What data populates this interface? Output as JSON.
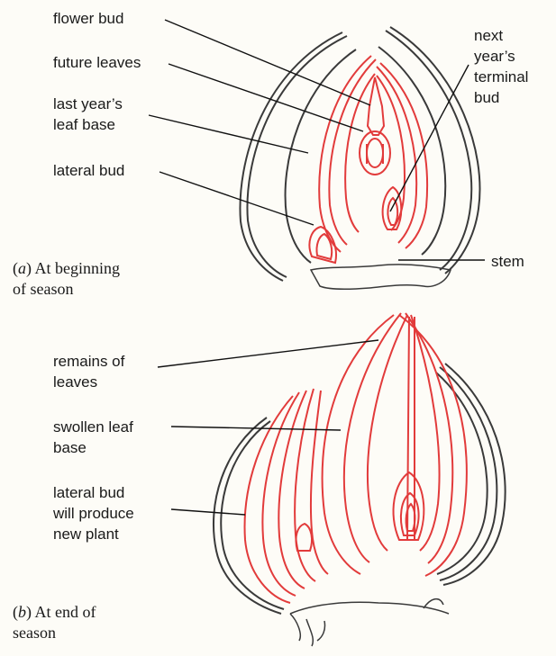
{
  "colors": {
    "new_tissue": "#e23b3b",
    "old_tissue": "#3a3a3a",
    "background": "#fdfcf7"
  },
  "panel_a": {
    "labels": {
      "flower_bud": "flower bud",
      "future_leaves": "future leaves",
      "last_year_leaf_base": "last year’s\nleaf base",
      "lateral_bud": "lateral bud",
      "next_year_terminal_bud": "next\nyear’s\nterminal\nbud",
      "stem": "stem"
    },
    "caption_letter": "a",
    "caption_text": "At beginning\nof season"
  },
  "panel_b": {
    "labels": {
      "remains_of_leaves": "remains of\nleaves",
      "swollen_leaf_base": "swollen leaf\nbase",
      "lateral_bud_new_plant": "lateral bud\nwill produce\nnew plant"
    },
    "caption_letter": "b",
    "caption_text": "At end of\nseason"
  }
}
